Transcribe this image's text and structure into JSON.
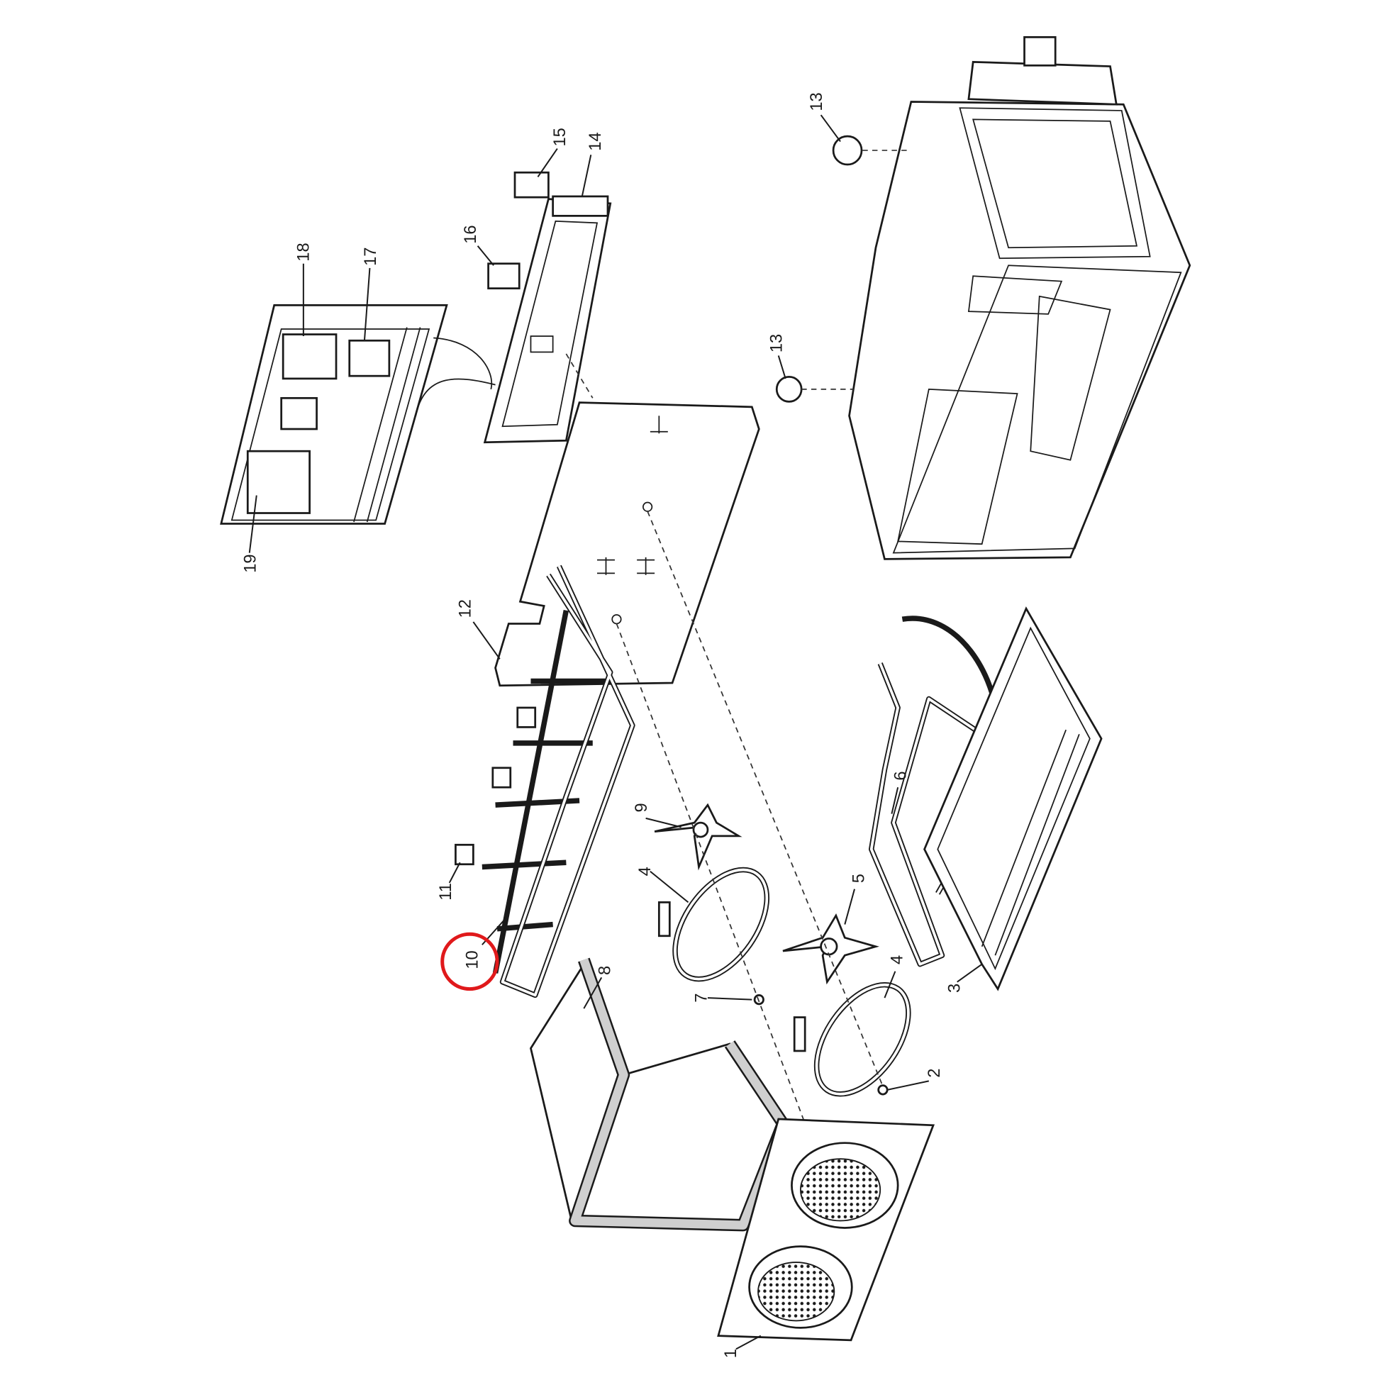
{
  "diagram": {
    "type": "exploded-parts-diagram",
    "highlight_color": "#e0191b",
    "highlighted_part": "10",
    "callouts": [
      {
        "id": "c1",
        "label": "1"
      },
      {
        "id": "c2",
        "label": "2"
      },
      {
        "id": "c3",
        "label": "3"
      },
      {
        "id": "c4a",
        "label": "4"
      },
      {
        "id": "c4b",
        "label": "4"
      },
      {
        "id": "c5",
        "label": "5"
      },
      {
        "id": "c6",
        "label": "6"
      },
      {
        "id": "c7",
        "label": "7"
      },
      {
        "id": "c8",
        "label": "8"
      },
      {
        "id": "c9",
        "label": "9"
      },
      {
        "id": "c10",
        "label": "10"
      },
      {
        "id": "c11",
        "label": "11"
      },
      {
        "id": "c12",
        "label": "12"
      },
      {
        "id": "c13a",
        "label": "13"
      },
      {
        "id": "c13b",
        "label": "13"
      },
      {
        "id": "c14",
        "label": "14"
      },
      {
        "id": "c15",
        "label": "15"
      },
      {
        "id": "c16",
        "label": "16"
      },
      {
        "id": "c17",
        "label": "17"
      },
      {
        "id": "c18",
        "label": "18"
      },
      {
        "id": "c19",
        "label": "19"
      }
    ]
  }
}
